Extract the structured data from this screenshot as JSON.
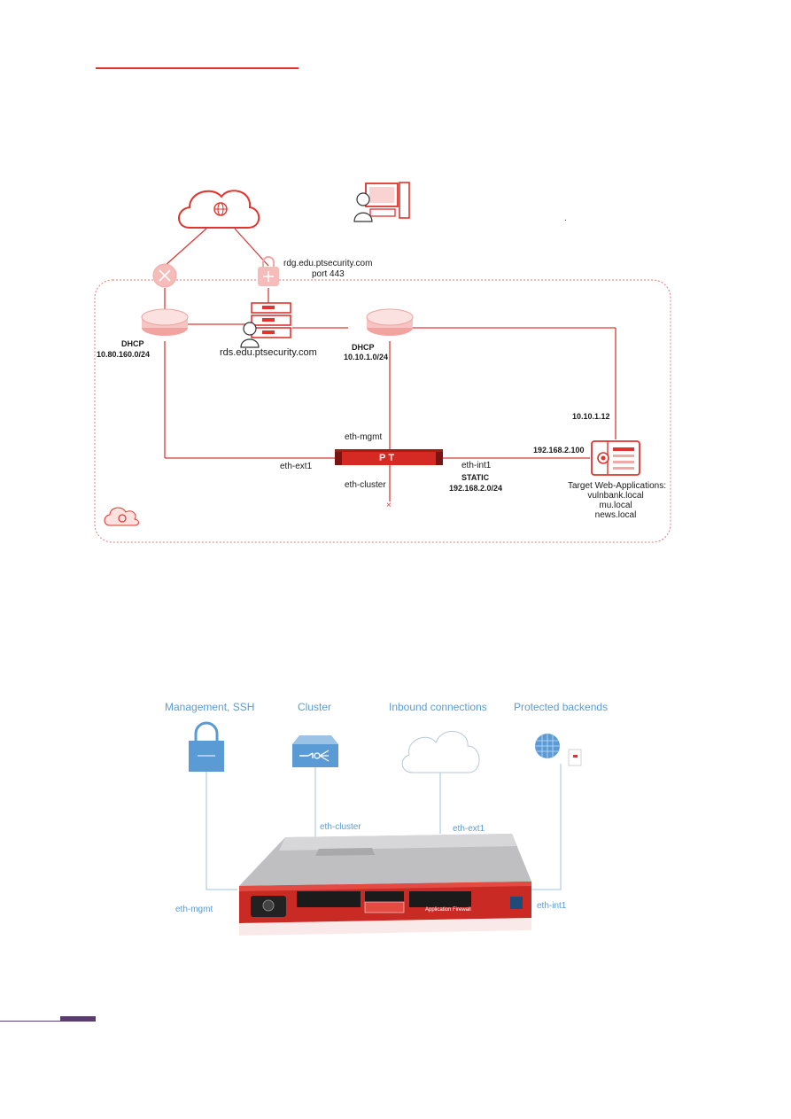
{
  "colors": {
    "accent_red": "#e0342c",
    "soft_red": "#f2a8a6",
    "line_red": "#d93b36",
    "diagram_blue": "#5b9bd5",
    "footer_purple": "#5a3c6e"
  },
  "top_diagram": {
    "rdg_host": "rdg.edu.ptsecurity.com",
    "rdg_port": "port 443",
    "rds_host": "rds.edu.ptsecurity.com",
    "left_router_mode": "DHCP",
    "left_router_net": "10.80.160.0/24",
    "mid_router_mode": "DHCP",
    "mid_router_net": "10.10.1.0/24",
    "eth_mgmt": "eth-mgmt",
    "eth_ext1": "eth-ext1",
    "eth_cluster": "eth-cluster",
    "eth_int1": "eth-int1",
    "int_mode": "STATIC",
    "int_net": "192.168.2.0/24",
    "target_ip_mgmt": "10.10.1.12",
    "target_ip_int": "192.168.2.100",
    "target_title": "Target Web-Applications:",
    "targets": [
      "vulnbank.local",
      "mu.local",
      "news.local"
    ],
    "appliance_logo": "PT",
    "dot": "."
  },
  "bottom_diagram": {
    "headers": [
      "Management, SSH",
      "Cluster",
      "Inbound connections",
      "Protected backends"
    ],
    "eth_mgmt": "eth-mgmt",
    "eth_cluster": "eth-cluster",
    "eth_ext1": "eth-ext1",
    "eth_int1": "eth-int1",
    "front_label": "Application Firewall"
  },
  "icons": {
    "cloud": "globe-cloud-icon",
    "attacker": "attacker-workstation-icon",
    "router": "router-icon",
    "lock": "lock-router-icon",
    "server": "server-user-icon",
    "appliance": "pt-appliance-icon",
    "target": "web-application-icon",
    "gear": "cloud-gear-icon",
    "padlock": "padlock-icon",
    "cluster": "cluster-switch-icon",
    "inbound": "inbound-cloud-icon",
    "globe": "globe-backend-icon"
  }
}
